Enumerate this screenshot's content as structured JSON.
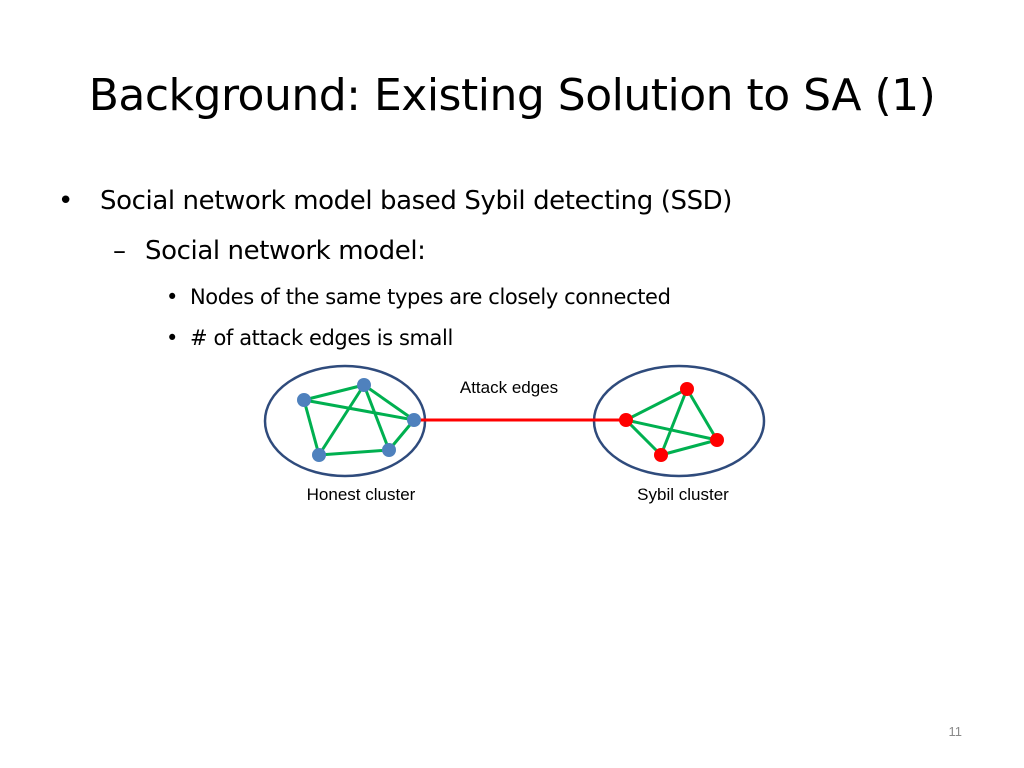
{
  "slide": {
    "title": "Background: Existing Solution to SA (1)",
    "number": "11"
  },
  "bullets": {
    "l1_marker": "•",
    "l1_text": "Social network model based Sybil detecting (SSD)",
    "l2_marker": "–",
    "l2_text": "Social network model:",
    "l3_marker": "•",
    "l3_items": [
      "Nodes of the same types are closely connected",
      "# of attack edges is small"
    ]
  },
  "diagram": {
    "attack_label": "Attack edges",
    "honest_label": "Honest cluster",
    "sybil_label": "Sybil cluster",
    "colors": {
      "honest_node": "#4f81bd",
      "sybil_node": "#ff0000",
      "cluster_edge": "#00b050",
      "attack_edge": "#ff0000",
      "ellipse_stroke": "#2f4b7c"
    }
  }
}
